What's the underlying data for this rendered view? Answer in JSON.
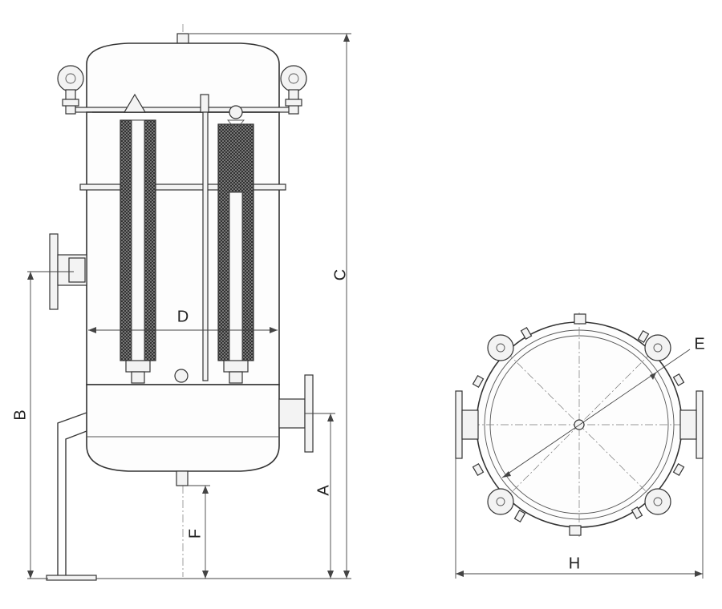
{
  "dimension_labels": {
    "a": "A",
    "b": "B",
    "c": "C",
    "d": "D",
    "e": "E",
    "f": "F",
    "h": "H"
  },
  "colors": {
    "line": "#333333",
    "mesh_dark": "#444444",
    "background": "#ffffff"
  }
}
